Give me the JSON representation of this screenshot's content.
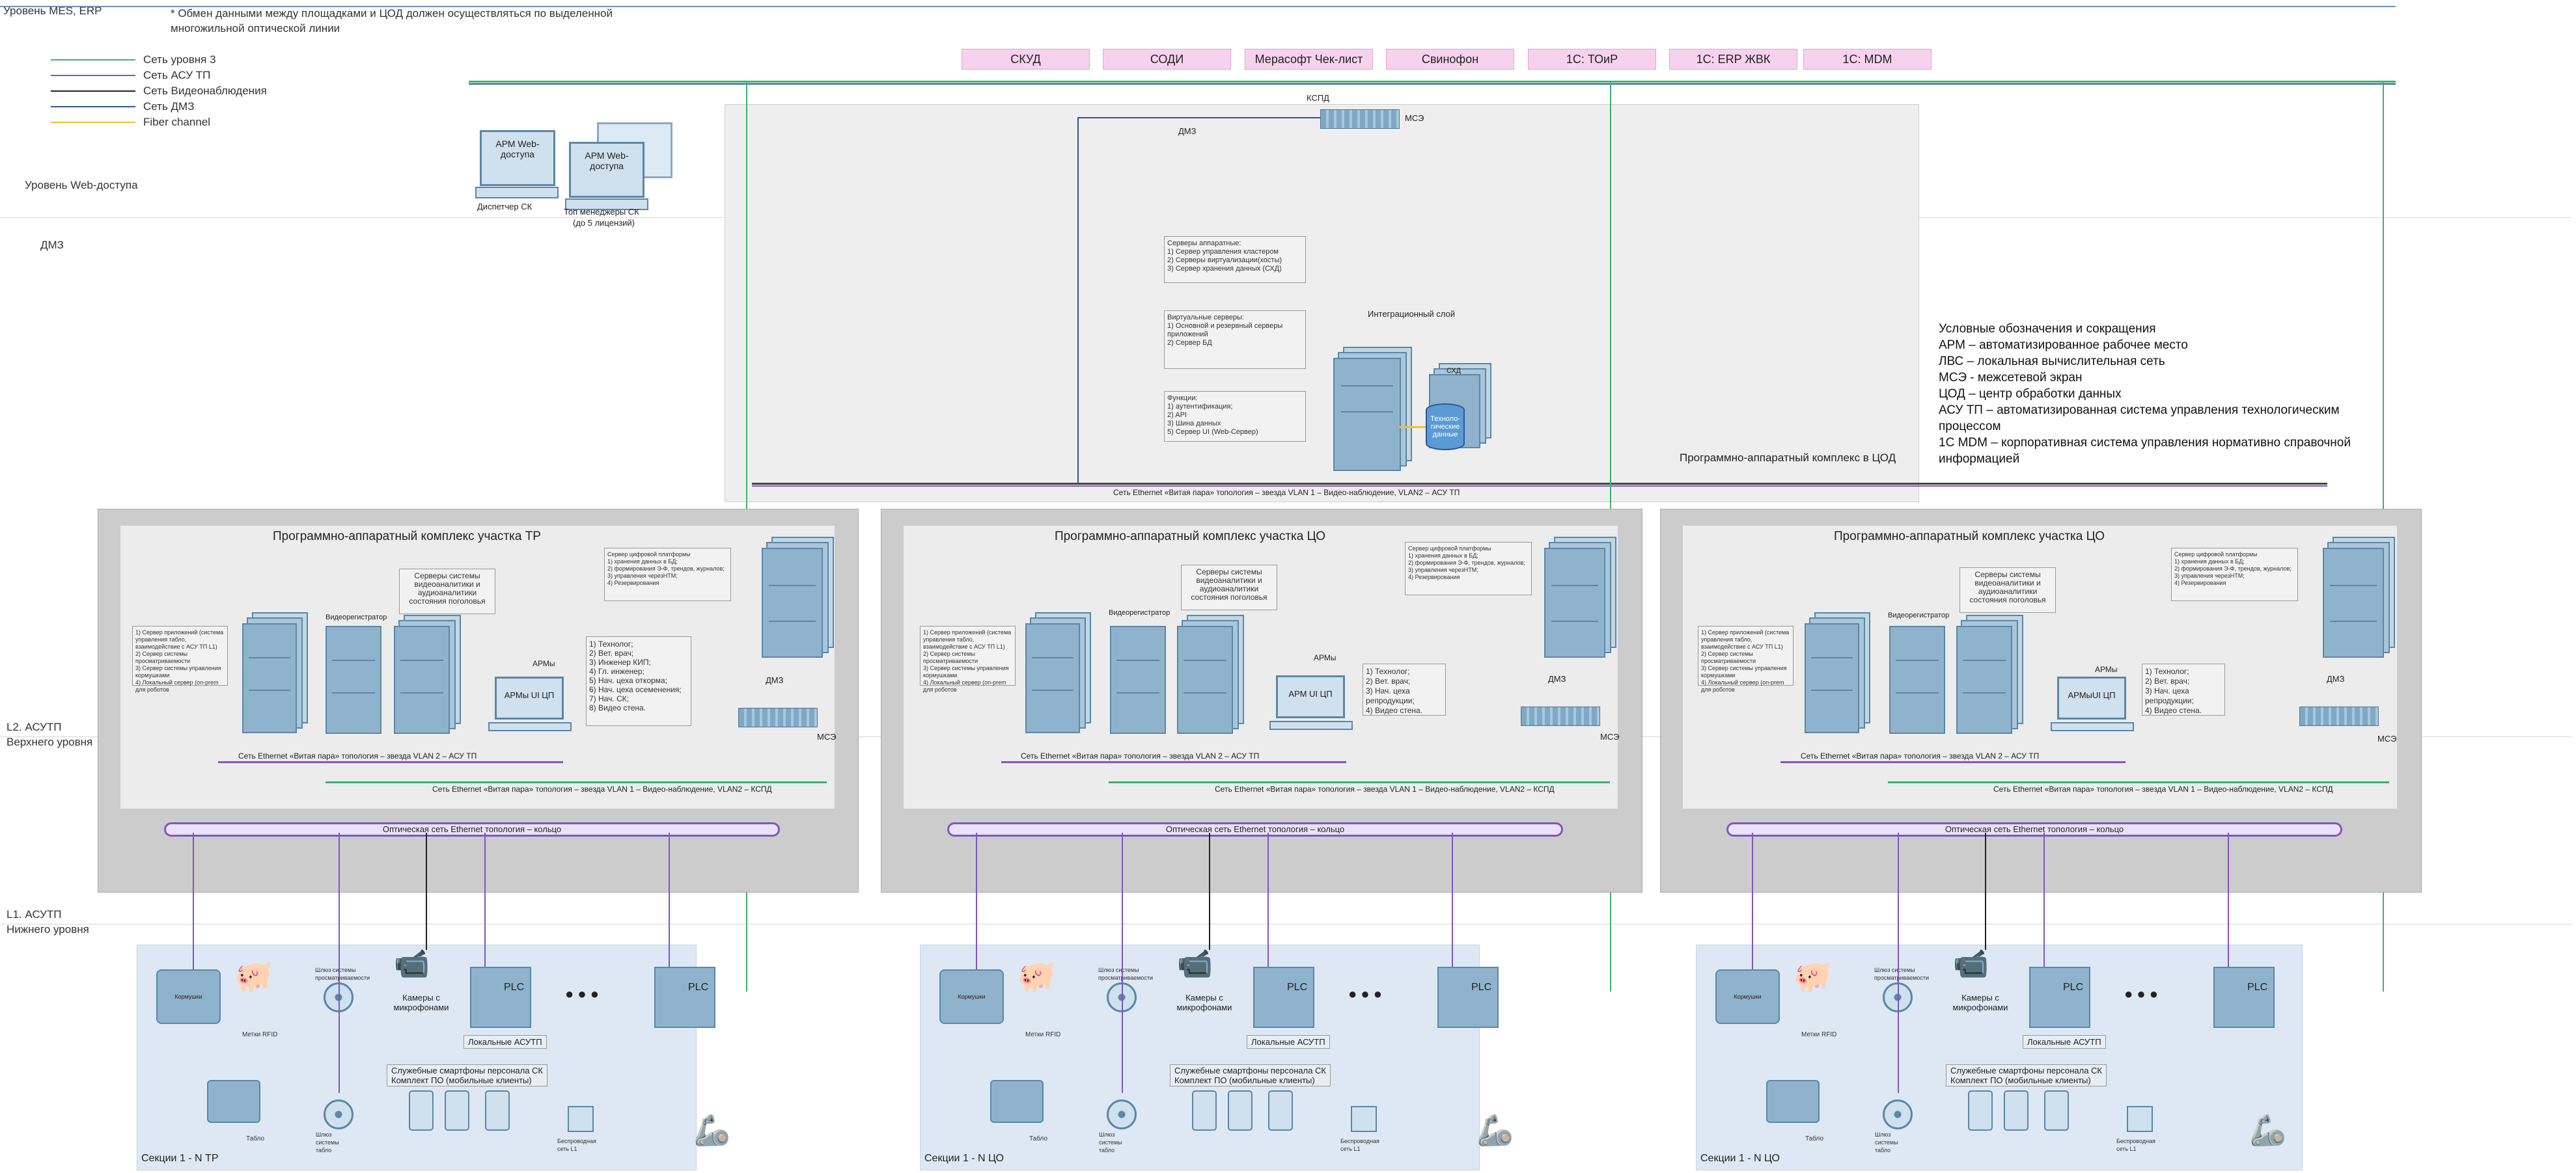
{
  "levels": {
    "mes_erp": "Уровень MES, ERP",
    "web": "Уровень Web-доступа",
    "dmz": "ДМЗ",
    "l2_line1": "L2. АСУТП",
    "l2_line2": "Верхнего уровня",
    "l1_line1": "L1. АСУТП",
    "l1_line2": "Нижнего уровня"
  },
  "note": {
    "line1": "* Обмен данными между площадками и ЦОД должен осуществляться по выделенной",
    "line2": "многожильной оптической линии"
  },
  "legend": [
    {
      "label": "Сеть уровня 3",
      "color": "#3cb371"
    },
    {
      "label": "Сеть АСУ ТП",
      "color": "#7e57c2"
    },
    {
      "label": "Сеть Видеонаблюдения",
      "color": "#222222"
    },
    {
      "label": "Сеть ДМЗ",
      "color": "#2f5597"
    },
    {
      "label": "Fiber channel",
      "color": "#f2c12e"
    }
  ],
  "erp_systems": [
    "СКУД",
    "СОДИ",
    "Мерасофт Чек-лист",
    "Свинофон",
    "1С: ТОиР",
    "1С: ERP ЖВК",
    "1С: MDM"
  ],
  "kspd": "КСПД",
  "mse": "МСЭ",
  "dmz_label": "ДМЗ",
  "web_access": {
    "dispatcher_screen": "АРМ Web-доступа",
    "dispatcher_caption": "Диспетчер СК",
    "managers_screen": "АРМ Web-доступа",
    "managers_caption_1": "Топ менеджеры СК",
    "managers_caption_2": "(до 5 лицензий)"
  },
  "cod": {
    "hardware_title": "Серверы аппаратные:",
    "hardware_items": [
      "1) Сервер управления кластером",
      "2) Серверы виртуализации(хосты)",
      "3) Сервер хранения данных (СХД)"
    ],
    "virtual_title": "Виртуальные серверы:",
    "virtual_items": [
      "1) Основной и резервный серверы приложений",
      "2) Сервер БД"
    ],
    "functions_title": "Функции:",
    "functions_items": [
      "1) аутентификация;",
      "2) API",
      "3) Шина данных",
      "5) Сервер UI (Web-Сервер)"
    ],
    "integration_layer": "Интеграционный слой",
    "skhd": "СХД",
    "db_label": "Техноло-гические данные",
    "complex_title": "Программно-аппаратный комплекс в ЦОД",
    "ethernet_label": "Сеть Ethernet «Витая пара» топология – звезда VLAN 1 – Видео-наблюдение, VLAN2 – АСУ ТП"
  },
  "abbreviations": {
    "title": "Условные обозначения и сокращения",
    "items": [
      "АРМ – автоматизированное рабочее место",
      "ЛВС – локальная вычислительная сеть",
      "МСЭ - межсетевой экран",
      "ЦОД – центр обработки данных",
      "АСУ ТП – автоматизированная система управления технологическим",
      "процессом",
      "1С MDM – корпоративная система управления нормативно справочной",
      "информацией"
    ]
  },
  "sites": [
    {
      "title": "Программно-аппаратный комплекс участка ТР",
      "videoreg": "Видеорегистратор",
      "video_servers": "Серверы системы видеоаналитики и аудиоаналитики состояния поголовья",
      "platform_title": "Сервер цифровой платформы",
      "platform_items": [
        "1) хранения данных в БД;",
        "2) формирования Э-Ф, трендов, журналов;",
        "3) управления черезHTM;",
        "4) Резервирования"
      ],
      "left_servers": [
        "1) Сервер приложений (система управления табло, взаимодействие с АСУ ТП L1)",
        "2) Сервер системы просматриваемости",
        "3) Сервер системы управления кормушками",
        "4) Локальный сервер (on-prem для роботов"
      ],
      "arm_label": "АРМы",
      "arm_screen": "АРМы UI ЦП",
      "roles": [
        "1) Технолог;",
        "2) Вет. врач;",
        "3) Инженер КИП;",
        "4) Гл. инженер;",
        "5) Нач. цеха откорма;",
        "6) Нач. цеха осеменения;",
        "7) Нач. СК;",
        "8) Видео стена."
      ],
      "local_eth": "Сеть Ethernet «Витая пара» топология – звезда VLAN 2 – АСУ ТП",
      "eth": "Сеть Ethernet «Витая пара» топология – звезда VLAN 1 – Видео-наблюдение, VLAN2 – КСПД",
      "ring": "Оптическая сеть Ethernet топология – кольцо",
      "section": "Секции 1 - N  ТР"
    },
    {
      "title": "Программно-аппаратный комплекс участка ЦО",
      "videoreg": "Видеорегистратор",
      "video_servers": "Серверы системы видеоаналитики и аудиоаналитики состояния поголовья",
      "platform_title": "Сервер цифровой платформы",
      "platform_items": [
        "1) хранения данных в БД;",
        "2) формирования Э-Ф, трендов, журналов;",
        "3) управления черезHTM;",
        "4) Резервирования"
      ],
      "left_servers": [
        "1) Сервер приложений (система управления табло, взаимодействие с АСУ ТП L1)",
        "2) Сервер системы просматриваемости",
        "3) Сервер системы управления кормушками",
        "4) Локальный сервер (on-prem для роботов"
      ],
      "arm_label": "АРМы",
      "arm_screen": "АРМ UI ЦП",
      "roles": [
        "1) Технолог;",
        "2) Вет. врач;",
        "3) Нач. цеха репродукции;",
        "4) Видео стена."
      ],
      "local_eth": "Сеть Ethernet «Витая пара» топология – звезда VLAN 2 – АСУ ТП",
      "eth": "Сеть Ethernet «Витая пара» топология – звезда VLAN 1 – Видео-наблюдение, VLAN2 – КСПД",
      "ring": "Оптическая сеть Ethernet топология – кольцо",
      "section": "Секции 1 - N  ЦО"
    },
    {
      "title": "Программно-аппаратный комплекс участка ЦО",
      "videoreg": "Видеорегистратор",
      "video_servers": "Серверы системы видеоаналитики и аудиоаналитики состояния поголовья",
      "platform_title": "Сервер цифровой платформы",
      "platform_items": [
        "1) хранения данных в БД;",
        "2) формирования Э-Ф, трендов, журналов;",
        "3) управления черезHTM;",
        "4) Резервирования"
      ],
      "left_servers": [
        "1) Сервер приложений (система управления табло, взаимодействие с АСУ ТП L1)",
        "2) Сервер системы просматриваемости",
        "3) Сервер системы управления кормушками",
        "4) Локальный сервер (on-prem для роботов"
      ],
      "arm_label": "АРМы",
      "arm_screen": "АРМыUI ЦП",
      "roles": [
        "1) Технолог;",
        "2) Вет. врач;",
        "3) Нач. цеха репродукции;",
        "4) Видео стена."
      ],
      "local_eth": "Сеть Ethernet «Витая пара» топология – звезда VLAN 2 – АСУ ТП",
      "eth": "Сеть Ethernet «Витая пара» топология – звезда VLAN 1 – Видео-наблюдение, VLAN2 – КСПД",
      "ring": "Оптическая сеть Ethernet топология – кольцо",
      "section": "Секции 1 - N  ЦО"
    }
  ],
  "field": {
    "feeders": "Кормушки",
    "pigs": "Метки RFID",
    "tracking_top": "Шлюз системы просматриваемости",
    "cameras": "Камеры с микрофонами",
    "plc": "PLC",
    "dots": "● ● ●",
    "local_asutp": "Локальные АСУТП",
    "boards": "Табло",
    "tracking_boards": "Шлюз системы табло",
    "smartphones": "Служебные смартфоны персонала СК",
    "po_kit": "Комплект ПО (мобильные клиенты)",
    "access_point": "Беспроводная сеть L1"
  }
}
